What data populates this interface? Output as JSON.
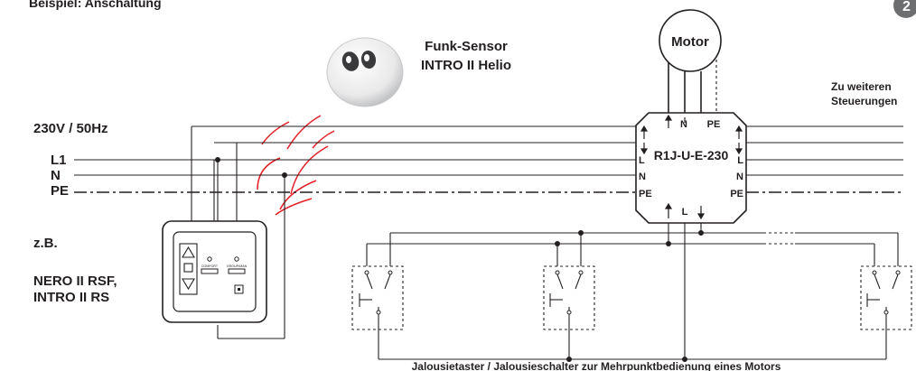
{
  "title": "Beispiel: Anschaltung",
  "badge": "2",
  "motor": "Motor",
  "sensor": {
    "name": "Funk-Sensor",
    "model": "INTRO II Helio"
  },
  "supply": "230V / 50Hz",
  "lines": {
    "l1": "L1",
    "n": "N",
    "pe": "PE"
  },
  "continuation": {
    "line1": "Zu weiteren",
    "line2": "Steuerungen"
  },
  "module": {
    "name": "R1J-U-E-230",
    "top_n": "N",
    "top_pe": "PE",
    "left_l": "L",
    "left_n": "N",
    "left_pe": "PE",
    "right_l": "L",
    "right_n": "N",
    "right_pe": "PE",
    "bottom_l": "L"
  },
  "example": {
    "prefix": "z.B.",
    "line1": "NERO II RSF,",
    "line2": "INTRO II RS"
  },
  "switch_unit": {
    "btn1": "COMFORT",
    "btn2": "GROUP•MAN"
  },
  "caption": "Jalousietaster / Jalousieschalter zur Mehrpunktbedienung eines Motors",
  "colors": {
    "ink": "#231f20",
    "radio": "#e31e24",
    "badge": "#6d6e70"
  }
}
